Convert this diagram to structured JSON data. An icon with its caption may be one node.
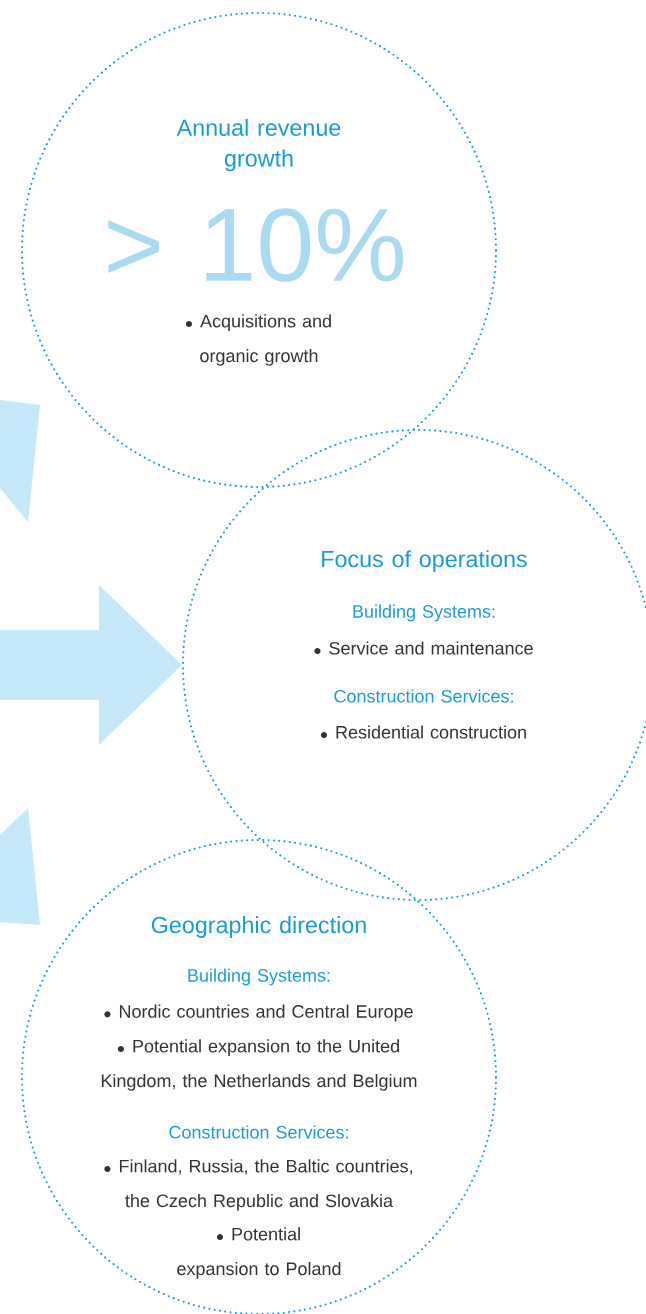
{
  "diagram": {
    "nodes": [
      {
        "text": [
          "Annual revenue growth",
          "> 10%",
          "Acquisitions and organic growth"
        ]
      },
      {
        "text": [
          "Focus of operations",
          "Building Systems:",
          "Service and maintenance",
          "Construction Services:",
          "Residential construction"
        ]
      },
      {
        "text": [
          "Geographic direction",
          "Building Systems:",
          "Nordic countries and Central Europe",
          "Potential expansion to the United Kingdom, the Netherlands and Belgium",
          "Construction Services:",
          "Finland, Russia, the Baltic countries, the Czech Republic and Slovakia",
          "Potential expansion to Poland"
        ]
      }
    ],
    "edges": [
      {
        "from": null,
        "to": 1,
        "arrow": "to"
      }
    ]
  }
}
